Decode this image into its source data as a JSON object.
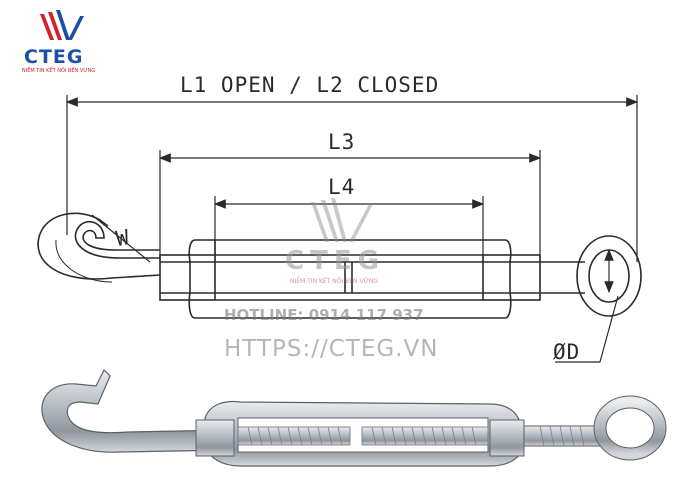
{
  "logo": {
    "brand": "CTEG",
    "tagline": "NIỀM TIN KẾT NỐI BỀN VỮNG"
  },
  "dimensions": {
    "overall": "L1 OPEN / L2 CLOSED",
    "l3": "L3",
    "l4": "L4",
    "throat": "W",
    "eye_diameter": "ØD"
  },
  "watermark": {
    "brand": "CTEG",
    "tagline": "NIỀM TIN KẾT NỐI BỀN VỮNG",
    "hotline": "HOTLINE: 0914 117 937",
    "url": "HTTPS://CTEG.VN"
  },
  "colors": {
    "brand_blue": "#1d4fa8",
    "brand_red": "#d42027",
    "line": "#2a2a2a",
    "metal": "#b9bec4"
  }
}
